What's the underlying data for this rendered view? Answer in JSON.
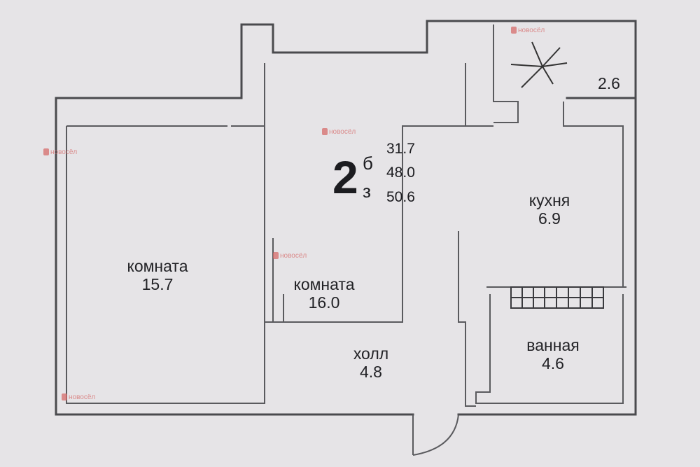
{
  "apartment": {
    "rooms_count": "2",
    "area_labels": [
      "б",
      "з"
    ],
    "area_values": [
      "31.7",
      "48.0",
      "50.6"
    ]
  },
  "rooms": [
    {
      "name": "комната",
      "area": "15.7"
    },
    {
      "name": "комната",
      "area": "16.0"
    },
    {
      "name": "кухня",
      "area": "6.9"
    },
    {
      "name": "ванная",
      "area": "4.6"
    },
    {
      "name": "холл",
      "area": "4.8"
    },
    {
      "name": "",
      "area": "2.6"
    }
  ],
  "watermark": {
    "text": "новосёл",
    "color": "#d66c6c"
  },
  "colors": {
    "background": "#e6e4e7",
    "walls": "#4a4a4e",
    "text": "#222226"
  }
}
